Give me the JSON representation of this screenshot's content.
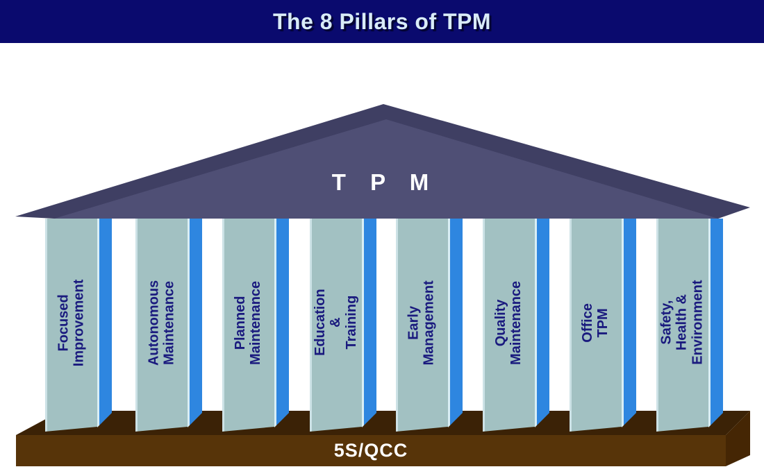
{
  "header": {
    "title": "The 8 Pillars of TPM"
  },
  "roof": {
    "label": "T P M"
  },
  "pillars": [
    {
      "label": "Focused Improvement"
    },
    {
      "label": "Autonomous Maintenance"
    },
    {
      "label": "Planned Maintenance"
    },
    {
      "label": "Education  & Training"
    },
    {
      "label": "Early Management"
    },
    {
      "label": "Quality Maintenance"
    },
    {
      "label": "Office TPM"
    },
    {
      "label": "Safety, Health &\nEnvironment"
    }
  ],
  "base": {
    "label": "5S/QCC"
  },
  "colors": {
    "header_bg": "#0a0a6e",
    "title_text": "#d9ecf8",
    "roof_front": "#4f4f75",
    "roof_dark": "#3f3f63",
    "roof_text": "#ffffff",
    "pillar_face": "#a2c1c2",
    "pillar_face_highlight": "#cde2e6",
    "pillar_side": "#2e86e0",
    "pillar_side_highlight": "#d9eef5",
    "pillar_text": "#1a1a7e",
    "base_top": "#3b2206",
    "base_front": "#573409",
    "base_right": "#452604",
    "base_text": "#ffffff"
  }
}
